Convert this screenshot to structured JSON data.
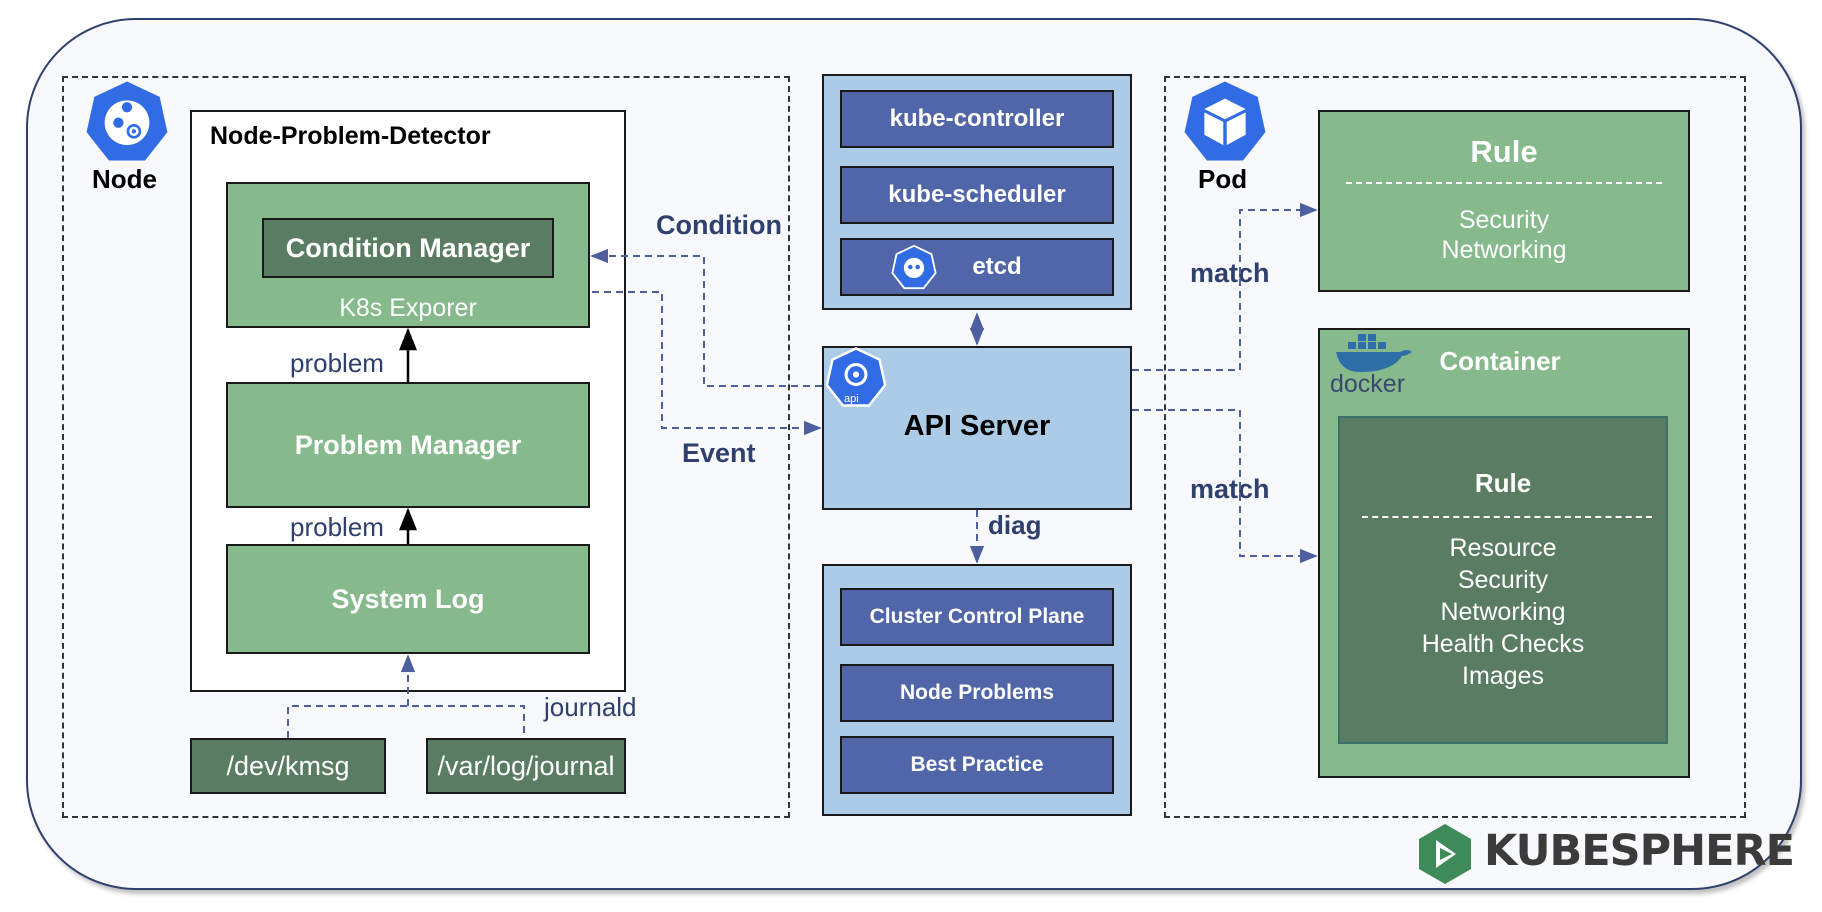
{
  "node": {
    "title": "Node",
    "npd_title": "Node-Problem-Detector",
    "condition_manager": "Condition Manager",
    "k8s_exporter": "K8s Exporer",
    "problem_manager": "Problem Manager",
    "system_log": "System Log",
    "problem_label_1": "problem",
    "problem_label_2": "problem",
    "journald": "journald",
    "dev_kmsg": "/dev/kmsg",
    "var_log_journal": "/var/log/journal"
  },
  "edges": {
    "condition": "Condition",
    "event": "Event",
    "diag": "diag",
    "match_1": "match",
    "match_2": "match"
  },
  "control_plane": {
    "kube_controller": "kube-controller",
    "kube_scheduler": "kube-scheduler",
    "etcd": "etcd",
    "api_server": "API Server",
    "api_badge": "api"
  },
  "diag": {
    "items": [
      "Cluster Control Plane",
      "Node Problems",
      "Best Practice"
    ]
  },
  "pod": {
    "title": "Pod",
    "rule_title": "Rule",
    "rule_items": [
      "Security",
      "Networking"
    ],
    "container_title": "Container",
    "docker_text": "docker",
    "inner_rule_title": "Rule",
    "inner_rule_items": [
      "Resource",
      "Security",
      "Networking",
      "Health Checks",
      "Images"
    ]
  },
  "brand": {
    "name": "KUBESPHERE"
  },
  "colors": {
    "green": "#86b98c",
    "dark_green": "#5a7c62",
    "blue": "#5066a8",
    "light_blue": "#abcbe6",
    "label_navy": "#2f3f6e",
    "k8s_blue": "#326ce5"
  }
}
